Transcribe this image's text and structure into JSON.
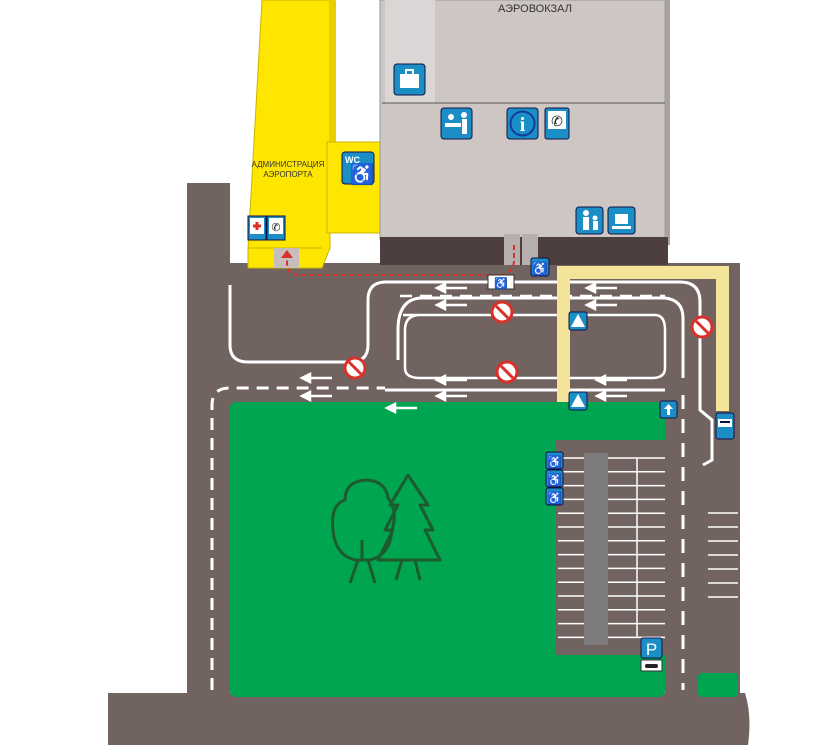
{
  "map": {
    "terminal_label": "АЭРОВОКЗАЛ",
    "admin_label_line1": "АДМИНИСТРАЦИЯ",
    "admin_label_line2": "АЭРОПОРТА",
    "wc_label": "WC",
    "parking_label": "P"
  },
  "colors": {
    "road": "#716360",
    "grass": "#00a551",
    "admin_building": "#ffe600",
    "terminal": "#cdc6c3",
    "sign_blue": "#1b8ec6",
    "tactile": "#f3e49a",
    "route": "#d9302a"
  },
  "icons": [
    "luggage-icon",
    "check-in-desk-icon",
    "info-icon",
    "phone-icon",
    "wc-wheelchair-icon",
    "first-aid-icon",
    "mother-child-room-icon",
    "cafe-icon",
    "wheelchair-icon",
    "no-entry-icon",
    "pedestrian-crossing-icon",
    "one-way-icon",
    "bus-stop-icon",
    "parking-icon",
    "car-icon",
    "tree-icon"
  ]
}
